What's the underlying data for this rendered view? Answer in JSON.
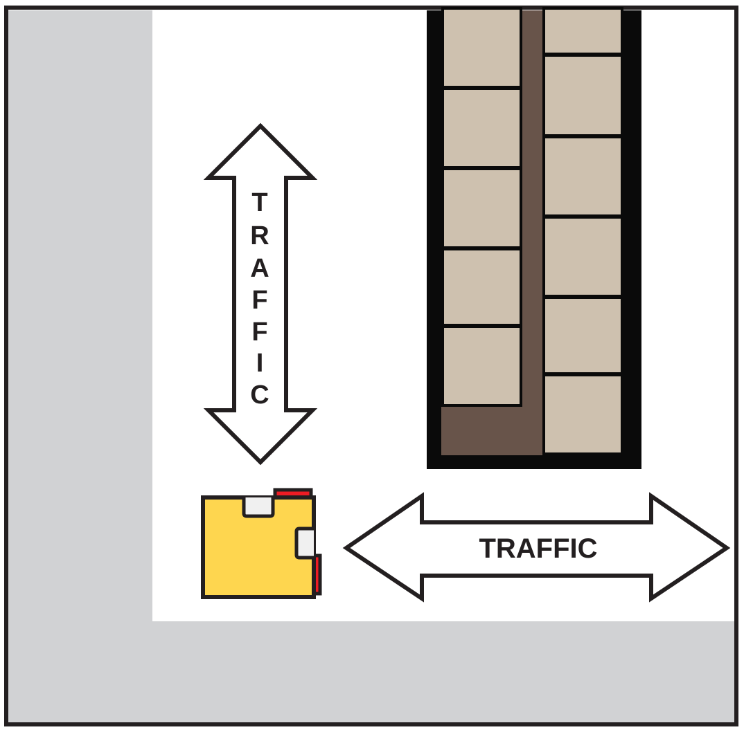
{
  "diagram": {
    "title": "",
    "colors": {
      "border": "#231f20",
      "wall_area": "#d1d2d4",
      "floor": "#ffffff",
      "cabinet_outer": "#0a0a0a",
      "cabinet_panel": "#cec1af",
      "cabinet_divider": "#68544a",
      "desk_fill": "#fed64f",
      "desk_accent": "#ed1c24",
      "desk_cutout": "#f0f0f0"
    },
    "vertical_arrow": {
      "label": "TRAFFIC",
      "letters": [
        "T",
        "R",
        "A",
        "F",
        "F",
        "I",
        "C"
      ],
      "direction": "up-down"
    },
    "horizontal_arrow": {
      "label": "TRAFFIC",
      "direction": "left-right"
    },
    "storage_unit": {
      "name": "shelving / storage cabinet",
      "left_column_panels": 5,
      "right_column_panels": 6
    },
    "desk": {
      "name": "workstation desk",
      "icon": "desk-icon"
    }
  }
}
